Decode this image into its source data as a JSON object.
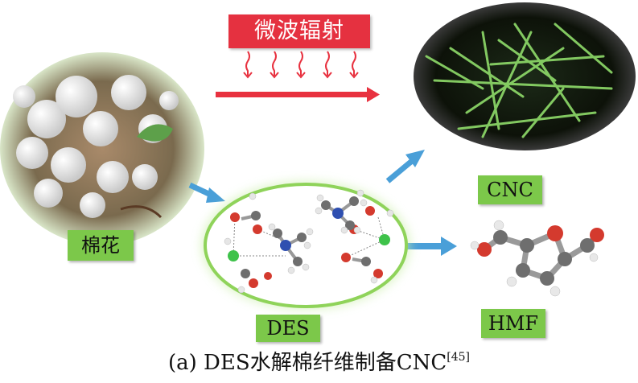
{
  "banner": {
    "text": "微波辐射"
  },
  "labels": {
    "cotton": "棉花",
    "cnc": "CNC",
    "des": "DES",
    "hmf": "HMF"
  },
  "caption": {
    "text": "(a) DES水解棉纤维制备CNC",
    "ref": "[45]"
  },
  "colors": {
    "banner": "#e53140",
    "label_green": "#7cc84a",
    "arrow_blue": "#4a9fd8",
    "arrow_red": "#e8313f",
    "ring_green": "#8fd35a"
  }
}
